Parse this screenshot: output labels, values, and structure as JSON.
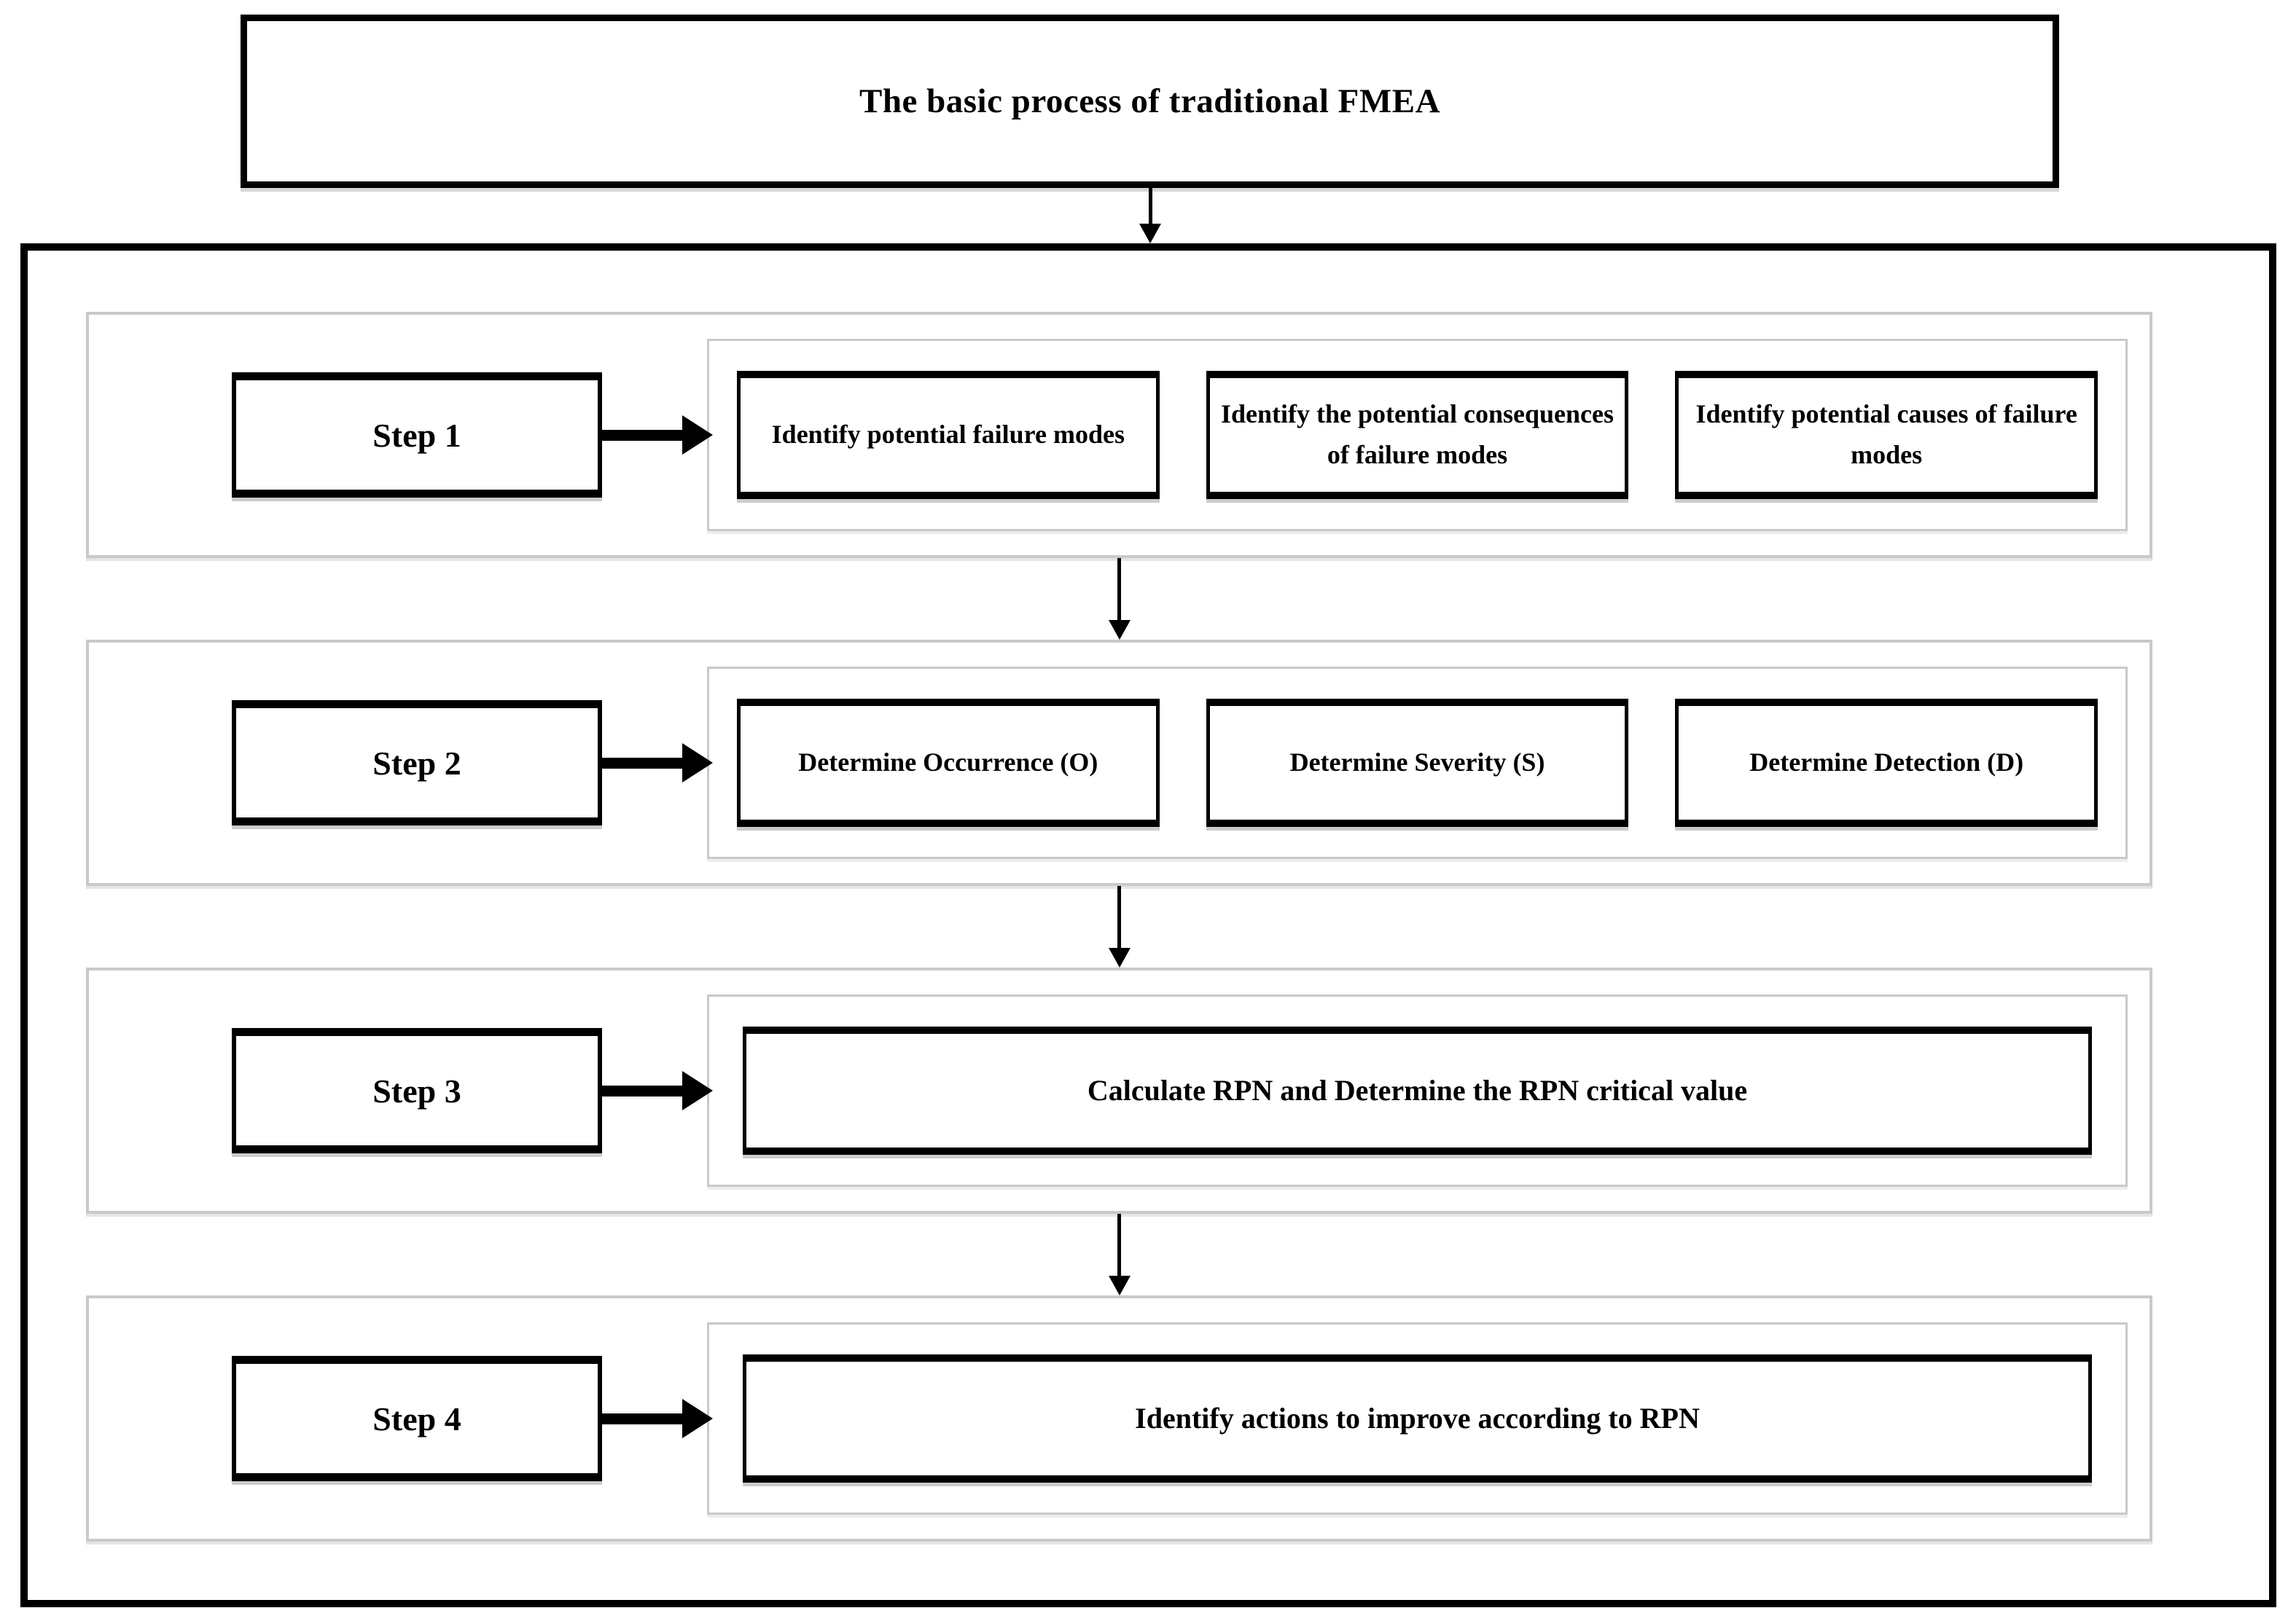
{
  "title": "The basic process of traditional FMEA",
  "colors": {
    "box_border": "#000000",
    "container_border": "#c9c9c9",
    "background": "#ffffff",
    "text": "#000000"
  },
  "rows": [
    {
      "step": "Step 1",
      "boxes": [
        "Identify potential failure modes",
        "Identify the potential consequences of failure modes",
        "Identify potential causes of failure modes"
      ]
    },
    {
      "step": "Step 2",
      "boxes": [
        "Determine Occurrence (O)",
        "Determine Severity (S)",
        "Determine Detection (D)"
      ]
    },
    {
      "step": "Step 3",
      "boxes": [
        "Calculate RPN and Determine the RPN critical value"
      ]
    },
    {
      "step": "Step 4",
      "boxes": [
        "Identify actions to improve according to RPN"
      ]
    }
  ]
}
